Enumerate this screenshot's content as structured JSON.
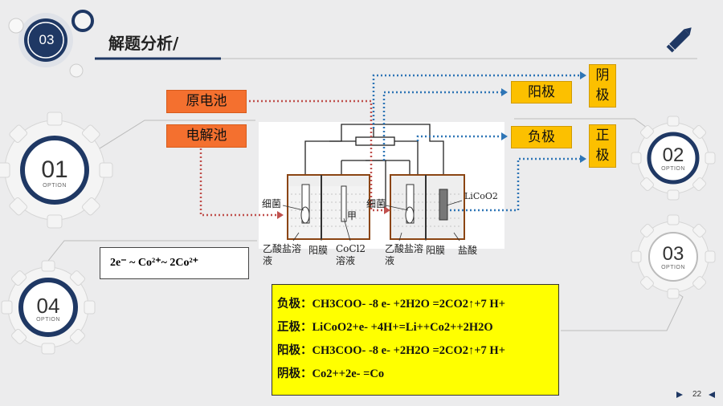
{
  "header": {
    "section_number": "03",
    "title": "解题分析/"
  },
  "options": [
    {
      "number": "01",
      "label": "OPTION"
    },
    {
      "number": "02",
      "label": "OPTION"
    },
    {
      "number": "03",
      "label": "OPTION"
    },
    {
      "number": "04",
      "label": "OPTION"
    }
  ],
  "labels": {
    "galvanic_cell": "原电池",
    "electrolytic_cell": "电解池",
    "anode": "阳极",
    "cathode": "阴极",
    "negative_electrode": "负极",
    "positive_electrode": "正极"
  },
  "diagram": {
    "bacteria_left": "细菌",
    "bacteria_right": "细菌",
    "jia": "甲",
    "licoo2": "LiCoO2",
    "acetate_solution_left": "乙酸盐溶液",
    "cation_membrane_left": "阳膜",
    "cocl2_solution": "CoCl2溶液",
    "acetate_solution_right": "乙酸盐溶液",
    "cation_membrane_right": "阳膜",
    "hydrochloric_acid": "盐酸"
  },
  "relation": "2e⁻ ~ Co²⁺~ 2Co²⁺",
  "equations": [
    "负极：CH3COO- -8 e- +2H2O =2CO2↑+7 H+",
    "正极：LiCoO2+e- +4H+=Li++Co2++2H2O",
    "阳极：CH3COO- -8 e- +2H2O =2CO2↑+7 H+",
    "阴极：Co2++2e- =Co"
  ],
  "page_number": "22",
  "colors": {
    "navy": "#1f3864",
    "orange": "#f4702f",
    "yellow": "#fcc000",
    "eq_bg": "#ffff00",
    "dotted_orange": "#c0504d",
    "dotted_blue": "#2e75b6"
  }
}
